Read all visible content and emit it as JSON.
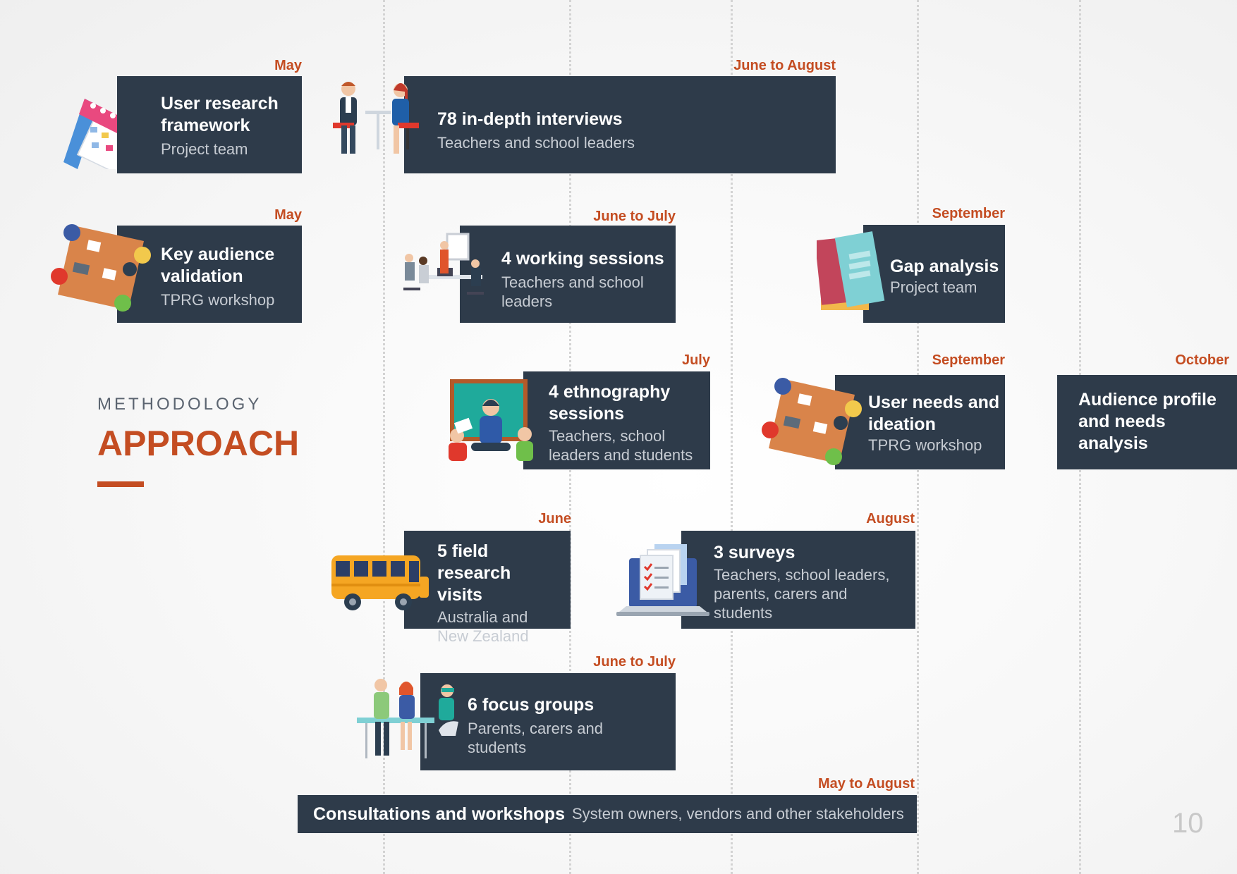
{
  "page": {
    "kicker": "METHODOLOGY",
    "title": "APPROACH",
    "number": "10"
  },
  "colors": {
    "accent": "#c44d22",
    "card_background": "#2e3b4a",
    "card_title": "#ffffff",
    "card_subtitle": "#c7ccd3"
  },
  "activities": [
    {
      "date": "May",
      "title": "User research framework",
      "subtitle": "Project team",
      "icon": "calendar-icon"
    },
    {
      "date": "June to August",
      "title": "78 in-depth interviews",
      "subtitle": "Teachers and school leaders",
      "icon": "interview-icon"
    },
    {
      "date": "May",
      "title": "Key audience validation",
      "subtitle": "TPRG workshop",
      "icon": "workshop-table-icon"
    },
    {
      "date": "June to July",
      "title": "4 working sessions",
      "subtitle": "Teachers and school leaders",
      "icon": "working-session-icon"
    },
    {
      "date": "September",
      "title": "Gap analysis",
      "subtitle": "Project team",
      "icon": "books-icon"
    },
    {
      "date": "July",
      "title": "4 ethnography sessions",
      "subtitle": "Teachers, school leaders and students",
      "icon": "classroom-icon"
    },
    {
      "date": "September",
      "title": "User needs and ideation",
      "subtitle": "TPRG workshop",
      "icon": "workshop-table-icon"
    },
    {
      "date": "October",
      "title": "Audience profile and needs analysis",
      "subtitle": "",
      "icon": ""
    },
    {
      "date": "June",
      "title": "5 field research visits",
      "subtitle": "Australia and New Zealand",
      "icon": "school-bus-icon"
    },
    {
      "date": "August",
      "title": "3 surveys",
      "subtitle": "Teachers, school leaders, parents, carers and students",
      "icon": "laptop-survey-icon"
    },
    {
      "date": "June to July",
      "title": "6 focus groups",
      "subtitle": "Parents, carers and students",
      "icon": "focus-group-icon"
    },
    {
      "date": "May to August",
      "title": "Consultations and workshops",
      "subtitle": "System owners, vendors and other stakeholders",
      "icon": ""
    }
  ]
}
